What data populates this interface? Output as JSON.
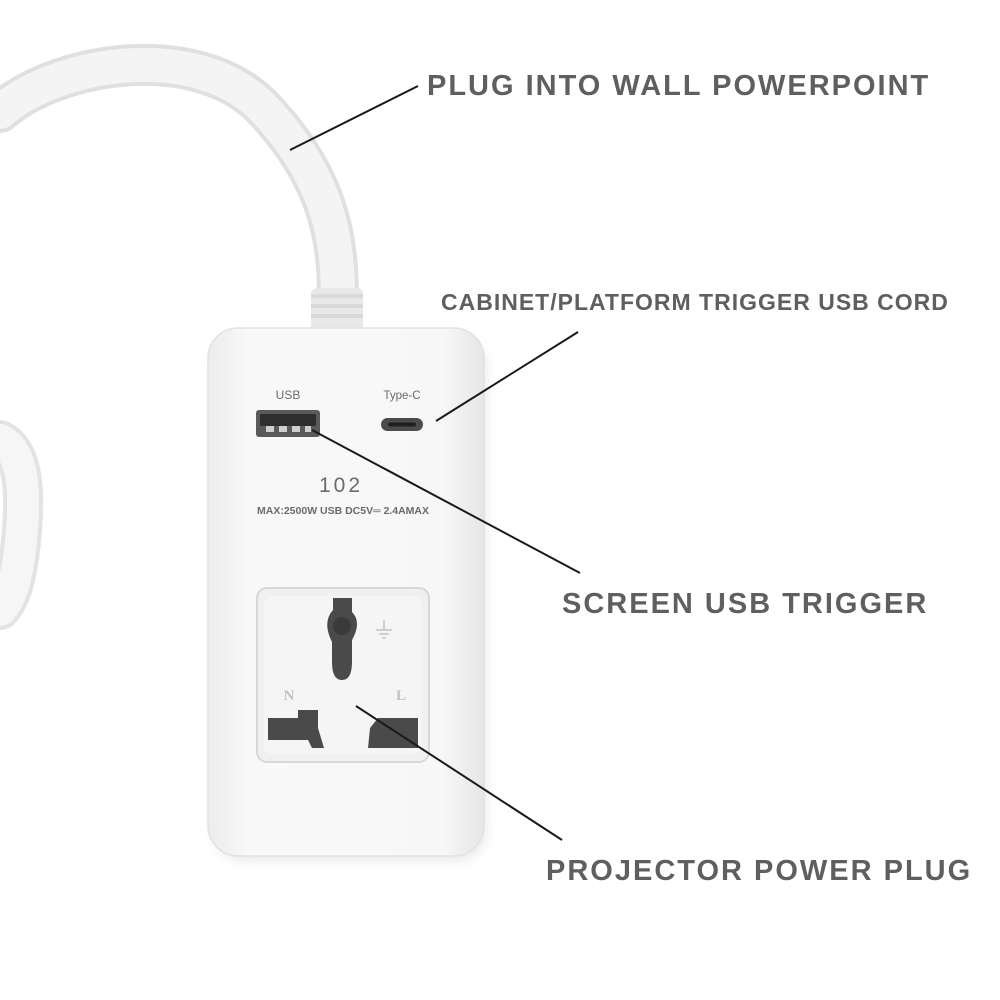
{
  "callouts": {
    "wall": "PLUG INTO WALL POWERPOINT",
    "cabinet": "CABINET/PLATFORM TRIGGER USB CORD",
    "screen": "SCREEN USB TRIGGER",
    "projector": "PROJECTOR POWER PLUG"
  },
  "device": {
    "usb_label": "USB",
    "typec_label": "Type-C",
    "model": "102",
    "rating": "MAX:2500W USB DC5V═ 2.4AMAX",
    "neutral_mark": "N",
    "live_mark": "L",
    "earth_icon": "earth-ground-icon"
  },
  "colors": {
    "background": "#ffffff",
    "body": "#f7f7f7",
    "label_text": "#5f5f61",
    "socket_hole": "#4a4a4a"
  }
}
